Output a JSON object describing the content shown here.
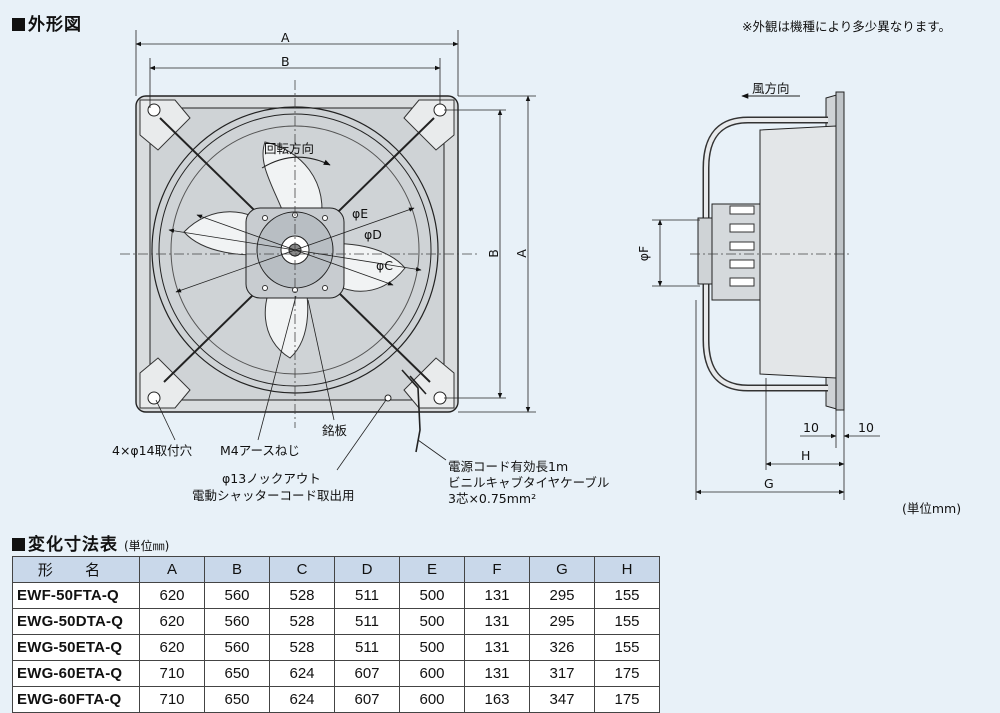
{
  "diagram": {
    "section_title": "外形図",
    "appearance_note": "※外観は機種により多少異なります。",
    "unit_label": "(単位mm)",
    "front_view": {
      "dim_A": "A",
      "dim_B": "B",
      "rotation_label": "回転方向",
      "phi_E": "φE",
      "phi_D": "φD",
      "phi_C": "φC",
      "mount_holes": "4×φ14取付穴",
      "ground_screw": "M4アースねじ",
      "nameplate": "銘板",
      "knockout_line1": "φ13ノックアウト",
      "knockout_line2": "電動シャッターコード取出用",
      "cord_line1": "電源コード有効長1m",
      "cord_line2": "ビニルキャブタイヤケーブル",
      "cord_line3": "3芯×0.75mm²"
    },
    "side_view": {
      "wind_direction": "風方向",
      "phi_F": "φF",
      "dim_10_left": "10",
      "dim_10_right": "10",
      "dim_H": "H",
      "dim_G": "G"
    }
  },
  "spec_table": {
    "title": "変化寸法表",
    "unit": "(単位㎜)",
    "header": [
      "形 名",
      "A",
      "B",
      "C",
      "D",
      "E",
      "F",
      "G",
      "H"
    ],
    "rows": [
      [
        "EWF-50FTA-Q",
        "620",
        "560",
        "528",
        "511",
        "500",
        "131",
        "295",
        "155"
      ],
      [
        "EWG-50DTA-Q",
        "620",
        "560",
        "528",
        "511",
        "500",
        "131",
        "295",
        "155"
      ],
      [
        "EWG-50ETA-Q",
        "620",
        "560",
        "528",
        "511",
        "500",
        "131",
        "326",
        "155"
      ],
      [
        "EWG-60ETA-Q",
        "710",
        "650",
        "624",
        "607",
        "600",
        "131",
        "317",
        "175"
      ],
      [
        "EWG-60FTA-Q",
        "710",
        "650",
        "624",
        "607",
        "600",
        "163",
        "347",
        "175"
      ]
    ]
  }
}
